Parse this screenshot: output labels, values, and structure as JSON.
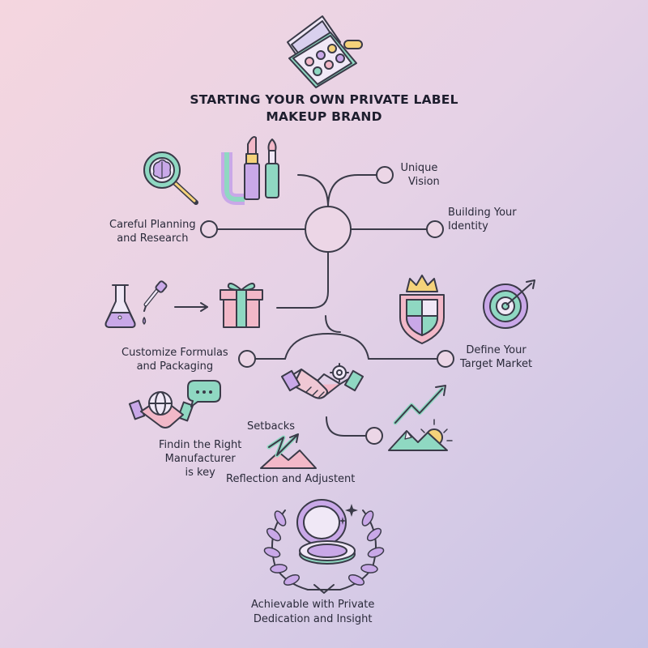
{
  "title": {
    "line1": "STARTING YOUR OWN PRIVATE LABEL",
    "line2": "MAKEUP BRAND"
  },
  "labels": {
    "unique_vision": [
      "Unique",
      "Vision"
    ],
    "building_identity": [
      "Building Your",
      "Identity"
    ],
    "planning": [
      "Careful Planning",
      "and Research"
    ],
    "customize": [
      "Customize Formulas",
      "and Packaging"
    ],
    "target_market": [
      "Define Your",
      "Target Market"
    ],
    "manufacturer": [
      "Findin the Right",
      "Manufacturer",
      "is key"
    ],
    "setbacks": "Setbacks",
    "reflection": "Reflection and Adjustent",
    "achievable": [
      "Achievable with Private",
      "Dedication and Insight"
    ]
  },
  "colors": {
    "background_top": "#f5d6df",
    "background_bottom": "#c6c3e6",
    "line": "#3a3a48",
    "mint": "#8fd8c2",
    "lavender": "#c9a8e8",
    "pink": "#f2b8c8",
    "yellow": "#f5d27a"
  },
  "icons": [
    "eyeshadow-palette-icon",
    "brain-magnifier-icon",
    "lipstick-brush-icon",
    "flask-dropper-icon",
    "gift-box-icon",
    "crown-shield-icon",
    "target-arrow-icon",
    "handshake-gear-icon",
    "globe-handshake-chat-icon",
    "growth-mountain-icon",
    "zigzag-mountain-icon",
    "compact-laurel-icon"
  ]
}
